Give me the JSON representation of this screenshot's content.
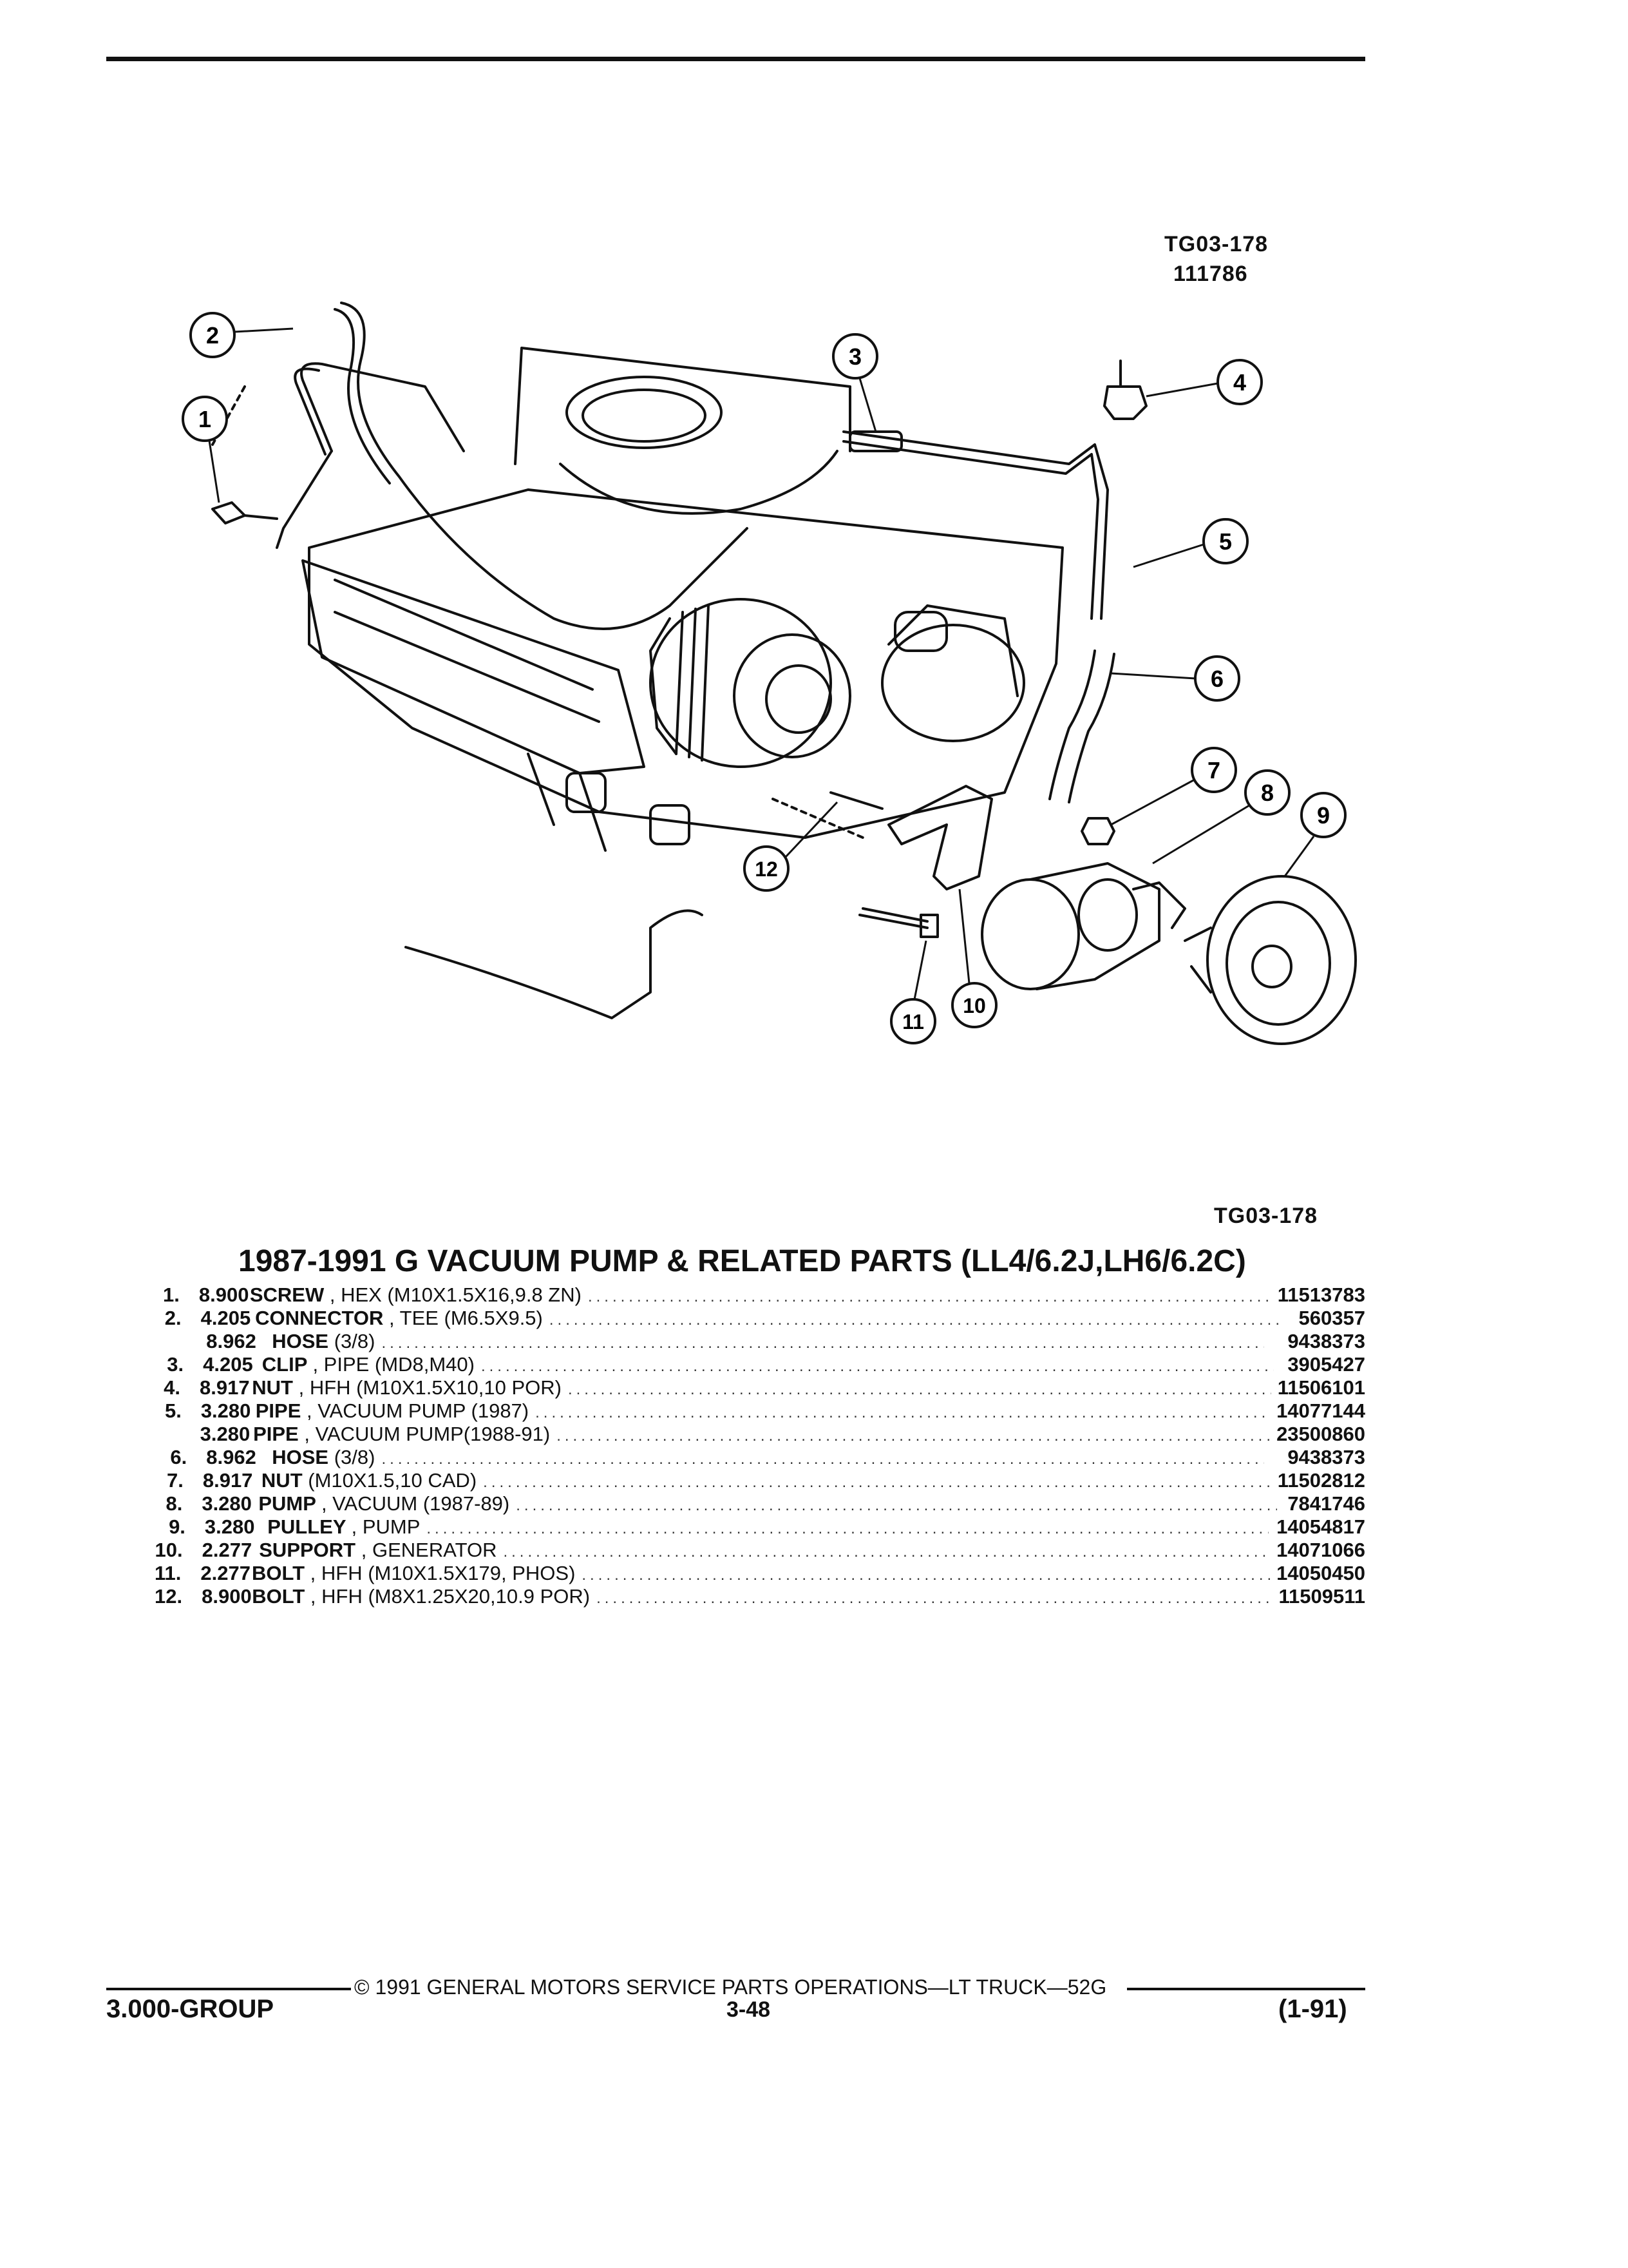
{
  "figure": {
    "code_top": "TG03-178",
    "number_top": "111786",
    "code_bottom": "TG03-178",
    "callouts": [
      "1",
      "2",
      "3",
      "4",
      "5",
      "6",
      "7",
      "8",
      "9",
      "10",
      "11",
      "12"
    ]
  },
  "parts": {
    "title": "1987-1991 G VACUUM PUMP & RELATED PARTS (LL4/6.2J,LH6/6.2C)",
    "items": [
      {
        "num": "1.",
        "code": "8.900",
        "name": "SCREW",
        "detail": ", HEX (M10X1.5X16,9.8 ZN)",
        "part_no": "11513783"
      },
      {
        "num": "2.",
        "code": "4.205",
        "name": "CONNECTOR",
        "detail": ", TEE (M6.5X9.5)",
        "part_no": "560357"
      },
      {
        "num": "",
        "code": "8.962",
        "name": "HOSE",
        "detail": "(3/8)",
        "part_no": "9438373"
      },
      {
        "num": "3.",
        "code": "4.205",
        "name": "CLIP",
        "detail": ", PIPE (MD8,M40)",
        "part_no": "3905427"
      },
      {
        "num": "4.",
        "code": "8.917",
        "name": "NUT",
        "detail": ", HFH (M10X1.5X10,10 POR)",
        "part_no": "11506101"
      },
      {
        "num": "5.",
        "code": "3.280",
        "name": "PIPE",
        "detail": ", VACUUM PUMP (1987)",
        "part_no": "14077144"
      },
      {
        "num": "",
        "code": "3.280",
        "name": "PIPE",
        "detail": ", VACUUM PUMP(1988-91)",
        "part_no": "23500860"
      },
      {
        "num": "6.",
        "code": "8.962",
        "name": "HOSE",
        "detail": "(3/8)",
        "part_no": "9438373"
      },
      {
        "num": "7.",
        "code": "8.917",
        "name": "NUT",
        "detail": "(M10X1.5,10 CAD)",
        "part_no": "11502812"
      },
      {
        "num": "8.",
        "code": "3.280",
        "name": "PUMP",
        "detail": ", VACUUM (1987-89)",
        "part_no": "7841746"
      },
      {
        "num": "9.",
        "code": "3.280",
        "name": "PULLEY",
        "detail": ", PUMP",
        "part_no": "14054817"
      },
      {
        "num": "10.",
        "code": "2.277",
        "name": "SUPPORT",
        "detail": ", GENERATOR",
        "part_no": "14071066"
      },
      {
        "num": "11.",
        "code": "2.277",
        "name": "BOLT",
        "detail": ", HFH (M10X1.5X179, PHOS)",
        "part_no": "14050450"
      },
      {
        "num": "12.",
        "code": "8.900",
        "name": "BOLT",
        "detail": ", HFH (M8X1.25X20,10.9 POR)",
        "part_no": "11509511"
      }
    ]
  },
  "footer": {
    "copyright": "© 1991 GENERAL MOTORS SERVICE PARTS OPERATIONS—LT TRUCK—52G",
    "group": "3.000-GROUP",
    "page": "3-48",
    "date": "(1-91)"
  }
}
